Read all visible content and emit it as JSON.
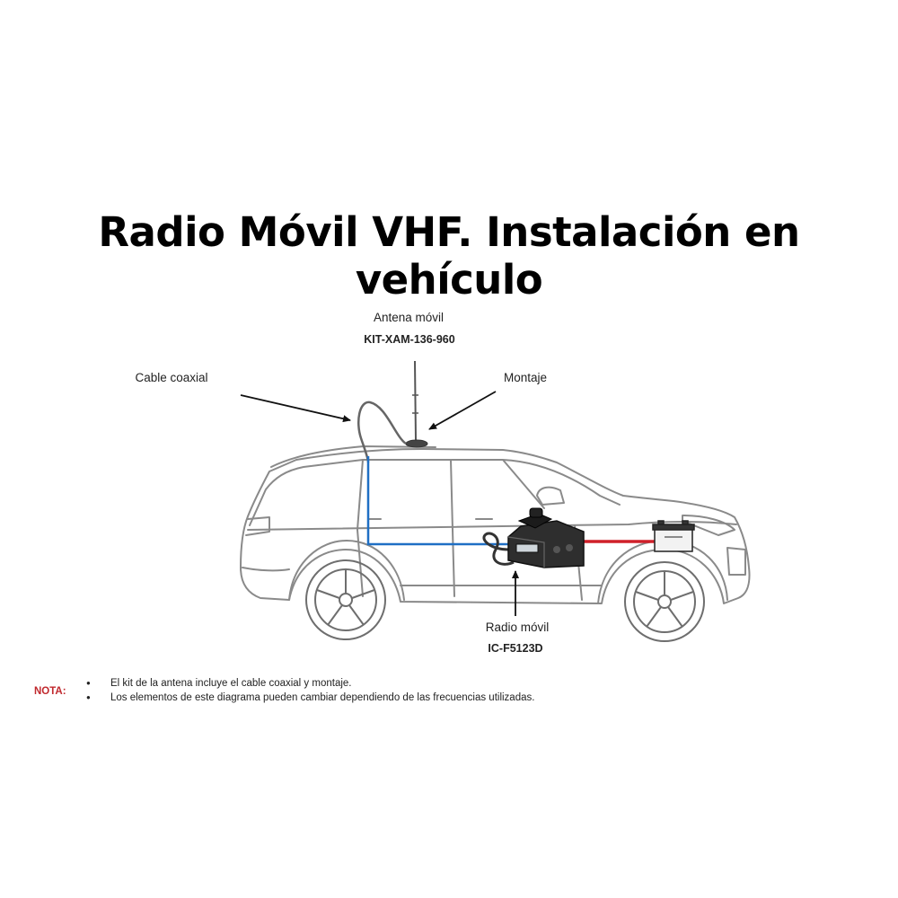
{
  "title": "Radio Móvil VHF. Instalación en vehículo",
  "labels": {
    "antena": {
      "name": "Antena móvil",
      "model": "KIT-XAM-136-960"
    },
    "cable": "Cable coaxial",
    "montaje": "Montaje",
    "radio": {
      "name": "Radio móvil",
      "model": "IC-F5123D"
    }
  },
  "note": {
    "label": "NOTA:",
    "items": [
      "El kit de la antena incluye el cable coaxial y montaje.",
      "Los elementos de este diagrama pueden cambiar dependiendo de las frecuencias utilizadas."
    ]
  },
  "colors": {
    "coax": "#1f6fc4",
    "power": "#d0202a",
    "note": "#c0282d",
    "car_outline": "#8a8a8a"
  }
}
